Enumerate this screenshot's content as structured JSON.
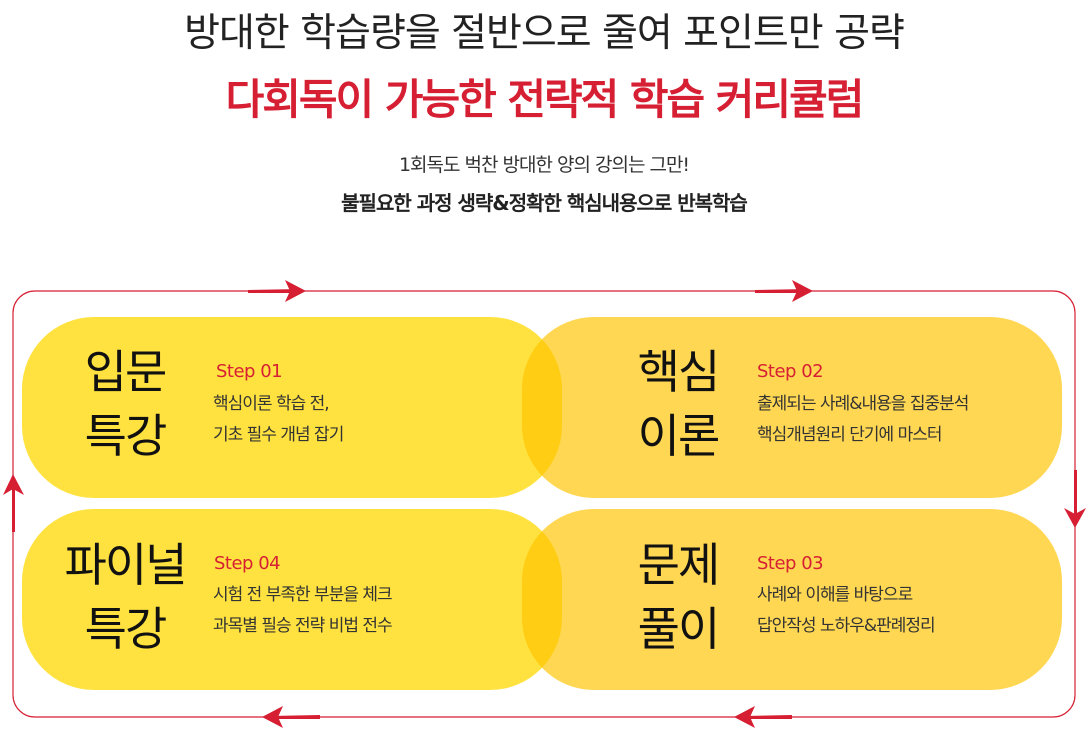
{
  "header": {
    "title_line1": "방대한 학습량을 절반으로 줄여 포인트만 공략",
    "title_line2": "다회독이 가능한 전략적 학습 커리큘럼",
    "subtitle_line1": "1회독도 벅찬 방대한 양의 강의는 그만!",
    "subtitle_line2": "불필요한 과정 생략&정확한 핵심내용으로 반복학습"
  },
  "colors": {
    "accent_red": "#d61f33",
    "card_yellow": "#ffe23f",
    "card_orange": "#ffd34a"
  },
  "steps": [
    {
      "title_line1": "입문",
      "title_line2": "특강",
      "step": "Step 01",
      "desc_line1": "핵심이론 학습 전,",
      "desc_line2": "기초 필수 개념 잡기"
    },
    {
      "title_line1": "핵심",
      "title_line2": "이론",
      "step": "Step 02",
      "desc_line1": "출제되는 사례&내용을 집중분석",
      "desc_line2": "핵심개념원리 단기에 마스터"
    },
    {
      "title_line1": "문제",
      "title_line2": "풀이",
      "step": "Step 03",
      "desc_line1": "사례와 이해를 바탕으로",
      "desc_line2": "답안작성 노하우&판례정리"
    },
    {
      "title_line1": "파이널",
      "title_line2": "특강",
      "step": "Step 04",
      "desc_line1": "시험 전 부족한 부분을 체크",
      "desc_line2": "과목별 필승 전략 비법 전수"
    }
  ]
}
